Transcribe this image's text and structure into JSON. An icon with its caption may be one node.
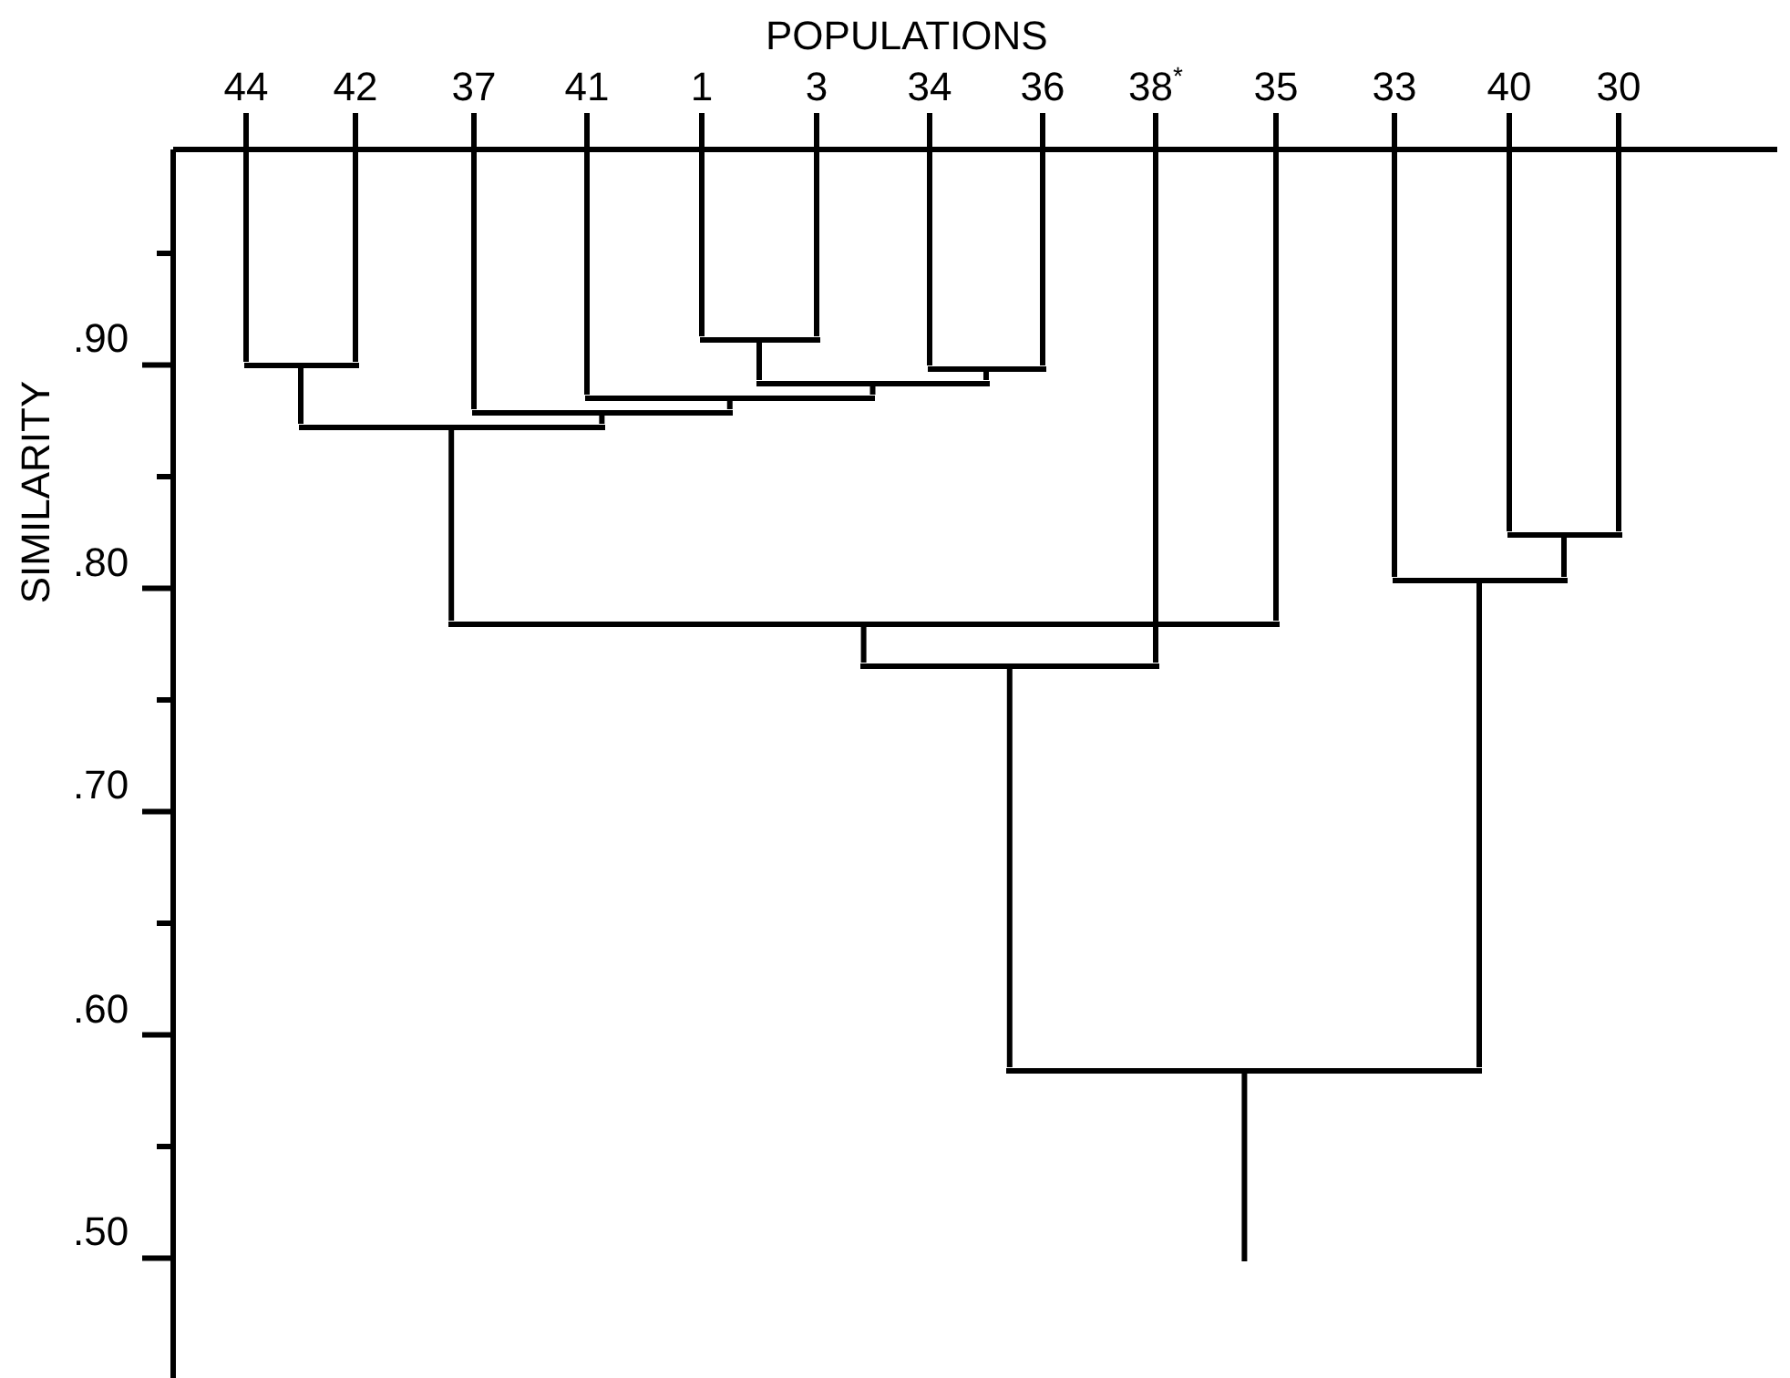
{
  "diagram": {
    "nodes": [
      {
        "text": [
          "44"
        ]
      },
      {
        "text": [
          "42"
        ]
      },
      {
        "text": [
          "37"
        ]
      },
      {
        "text": [
          "41"
        ]
      },
      {
        "text": [
          "1"
        ]
      },
      {
        "text": [
          "3"
        ]
      },
      {
        "text": [
          "34"
        ]
      },
      {
        "text": [
          "36"
        ]
      },
      {
        "text": [
          "38$^{*}$"
        ]
      },
      {
        "text": [
          "35"
        ]
      },
      {
        "text": [
          "33"
        ]
      },
      {
        "text": [
          "40"
        ]
      },
      {
        "text": [
          "30"
        ]
      },
      {
        "text": [],
        "shape": "bar"
      },
      {
        "text": [],
        "shape": "bar"
      },
      {
        "text": [],
        "shape": "bar"
      },
      {
        "text": [],
        "shape": "bar"
      },
      {
        "text": [],
        "shape": "bar"
      },
      {
        "text": [],
        "shape": "bar"
      },
      {
        "text": [],
        "shape": "bar"
      },
      {
        "text": [],
        "shape": "bar"
      },
      {
        "text": [],
        "shape": "bar"
      },
      {
        "text": [],
        "shape": "bar"
      },
      {
        "text": [],
        "shape": "bar"
      },
      {
        "text": [],
        "shape": "bar"
      }
    ],
    "edges": [
      {
        "from": 0,
        "to": 13,
        "arrow": "none"
      },
      {
        "from": 1,
        "to": 13,
        "arrow": "none"
      },
      {
        "from": 4,
        "to": 14,
        "arrow": "none"
      },
      {
        "from": 5,
        "to": 14,
        "arrow": "none"
      },
      {
        "from": 6,
        "to": 15,
        "arrow": "none"
      },
      {
        "from": 7,
        "to": 15,
        "arrow": "none"
      },
      {
        "from": 14,
        "to": 16,
        "arrow": "none"
      },
      {
        "from": 15,
        "to": 16,
        "arrow": "none"
      },
      {
        "from": 3,
        "to": 17,
        "arrow": "none"
      },
      {
        "from": 16,
        "to": 17,
        "arrow": "none"
      },
      {
        "from": 2,
        "to": 18,
        "arrow": "none"
      },
      {
        "from": 17,
        "to": 18,
        "arrow": "none"
      },
      {
        "from": 13,
        "to": 19,
        "arrow": "none"
      },
      {
        "from": 18,
        "to": 19,
        "arrow": "none"
      },
      {
        "from": 19,
        "to": 20,
        "arrow": "none"
      },
      {
        "from": 9,
        "to": 20,
        "arrow": "none"
      },
      {
        "from": 20,
        "to": 21,
        "arrow": "none"
      },
      {
        "from": 8,
        "to": 21,
        "arrow": "none"
      },
      {
        "from": 11,
        "to": 22,
        "arrow": "none"
      },
      {
        "from": 12,
        "to": 22,
        "arrow": "none"
      },
      {
        "from": 10,
        "to": 23,
        "arrow": "none"
      },
      {
        "from": 22,
        "to": 23,
        "arrow": "none"
      },
      {
        "from": 21,
        "to": 24,
        "arrow": "none"
      },
      {
        "from": 23,
        "to": 24,
        "arrow": "none"
      },
      {
        "from": 24,
        "to": null,
        "arrow": "none"
      }
    ],
    "labels": [
      "POPULATIONS",
      "SIMILARITY",
      ".90",
      ".80",
      ".70",
      ".60",
      ".50"
    ]
  }
}
